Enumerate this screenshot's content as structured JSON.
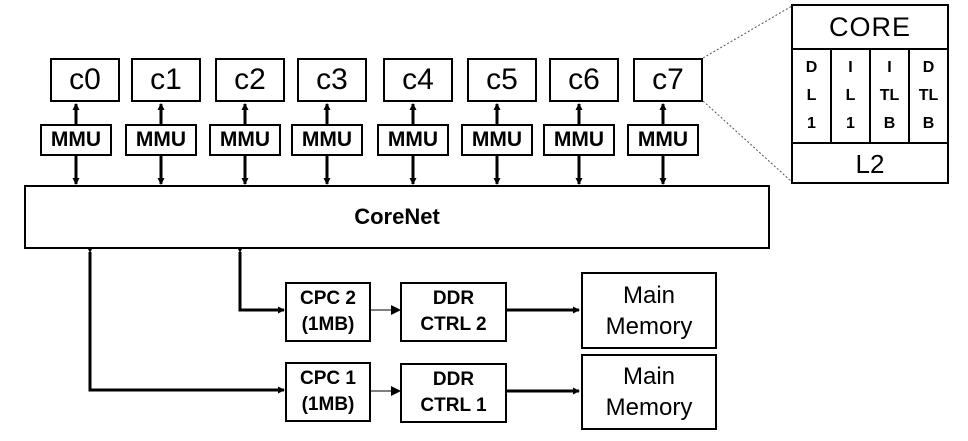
{
  "cores": [
    "c0",
    "c1",
    "c2",
    "c3",
    "c4",
    "c5",
    "c6",
    "c7"
  ],
  "mmu_label": "MMU",
  "corenet_label": "CoreNet",
  "cpc": [
    {
      "name": "CPC 2",
      "size": "(1MB)",
      "ddr_line1": "DDR",
      "ddr_line2": "CTRL 2",
      "mem_line1": "Main",
      "mem_line2": "Memory"
    },
    {
      "name": "CPC 1",
      "size": "(1MB)",
      "ddr_line1": "DDR",
      "ddr_line2": "CTRL 1",
      "mem_line1": "Main",
      "mem_line2": "Memory"
    }
  ],
  "detail": {
    "title": "CORE",
    "cells": [
      [
        "D",
        "L",
        "1"
      ],
      [
        "I",
        "L",
        "1"
      ],
      [
        "I",
        "TL",
        "B"
      ],
      [
        "D",
        "TL",
        "B"
      ]
    ],
    "l2": "L2"
  }
}
